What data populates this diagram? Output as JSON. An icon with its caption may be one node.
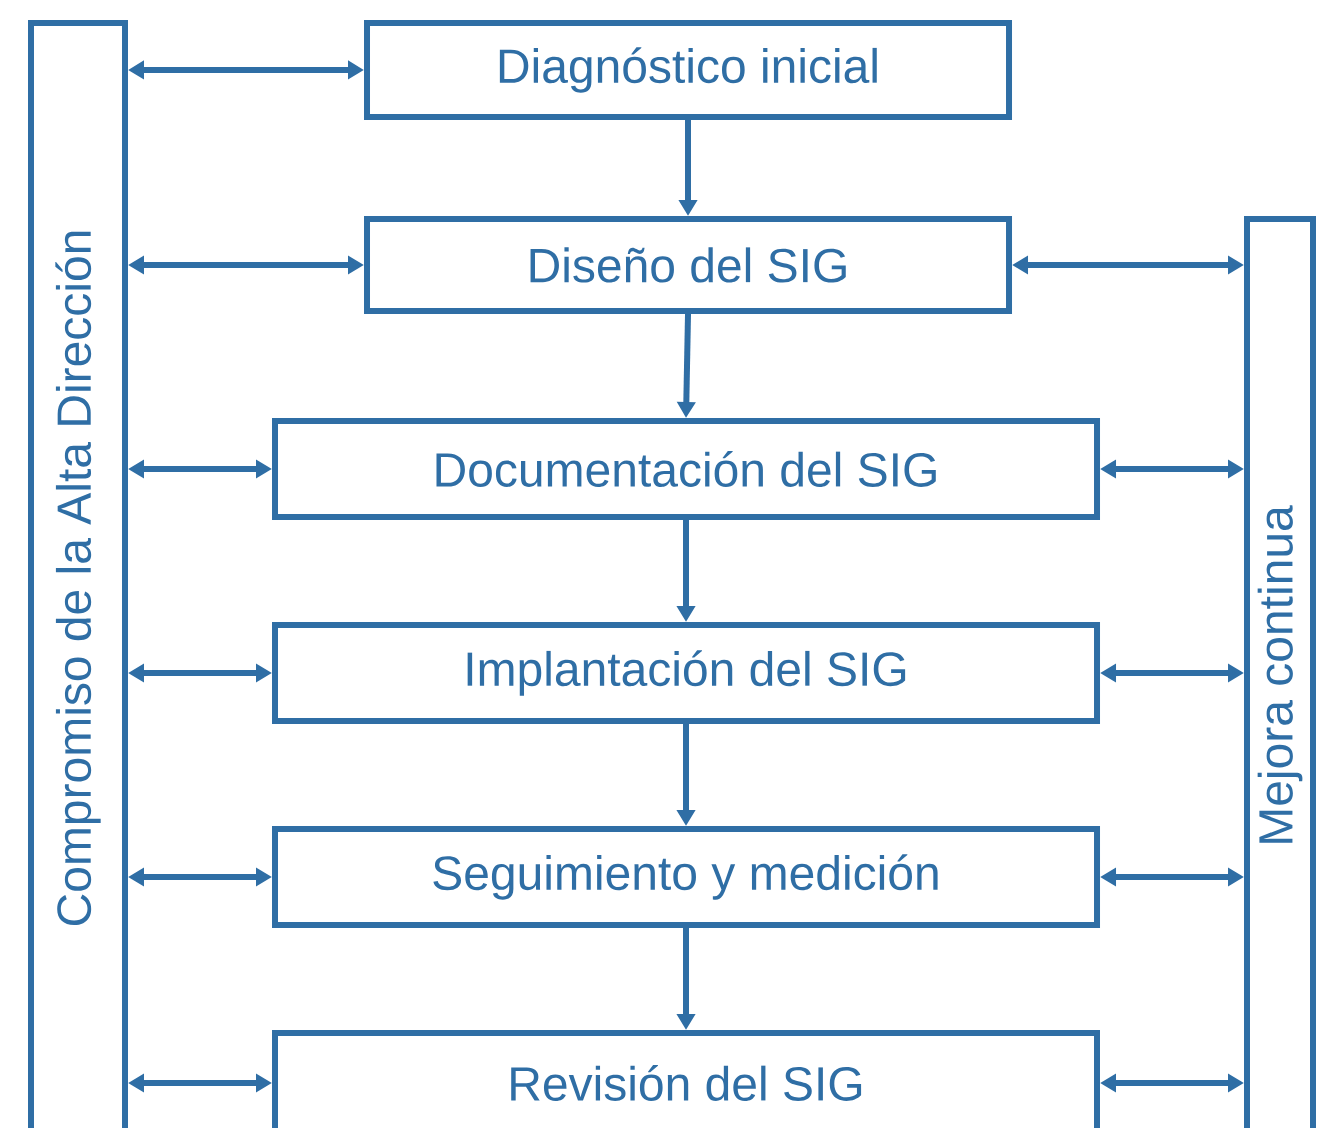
{
  "diagram": {
    "nodes": [
      {
        "text": [
          "Diagnóstico inicial"
        ]
      },
      {
        "text": [
          "Diseño del SIG"
        ]
      },
      {
        "text": [
          "Documentación del SIG"
        ]
      },
      {
        "text": [
          "Implantación del SIG"
        ]
      },
      {
        "text": [
          "Seguimiento y medición"
        ]
      },
      {
        "text": [
          "Revisión del SIG"
        ]
      },
      {
        "text": [
          "Compromiso de la Alta Dirección"
        ]
      },
      {
        "text": [
          "Mejora continua"
        ]
      }
    ],
    "edges": [
      {
        "from": 0,
        "to": 1,
        "arrow": "to"
      },
      {
        "from": 1,
        "to": 2,
        "arrow": "to"
      },
      {
        "from": 2,
        "to": 3,
        "arrow": "to"
      },
      {
        "from": 3,
        "to": 4,
        "arrow": "to"
      },
      {
        "from": 4,
        "to": 5,
        "arrow": "to"
      },
      {
        "from": 6,
        "to": 0,
        "arrow": "both"
      },
      {
        "from": 6,
        "to": 1,
        "arrow": "both"
      },
      {
        "from": 6,
        "to": 2,
        "arrow": "both"
      },
      {
        "from": 6,
        "to": 3,
        "arrow": "both"
      },
      {
        "from": 6,
        "to": 4,
        "arrow": "both"
      },
      {
        "from": 6,
        "to": 5,
        "arrow": "both"
      },
      {
        "from": 1,
        "to": 7,
        "arrow": "both"
      },
      {
        "from": 2,
        "to": 7,
        "arrow": "both"
      },
      {
        "from": 3,
        "to": 7,
        "arrow": "both"
      },
      {
        "from": 4,
        "to": 7,
        "arrow": "both"
      },
      {
        "from": 5,
        "to": 7,
        "arrow": "both"
      }
    ]
  }
}
